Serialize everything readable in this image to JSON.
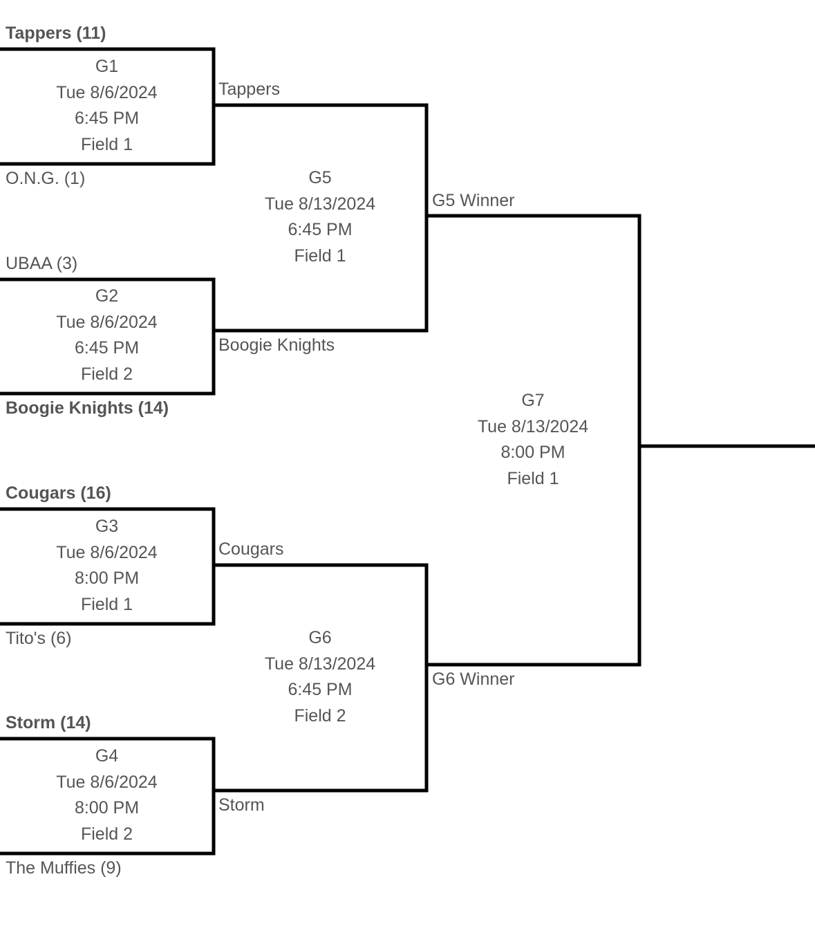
{
  "round1": {
    "g1": {
      "top_team": "Tappers (11)",
      "bottom_team": "O.N.G. (1)",
      "id": "G1",
      "date": "Tue 8/6/2024",
      "time": "6:45 PM",
      "field": "Field 1"
    },
    "g2": {
      "top_team": "UBAA (3)",
      "bottom_team": "Boogie Knights (14)",
      "id": "G2",
      "date": "Tue 8/6/2024",
      "time": "6:45 PM",
      "field": "Field 2"
    },
    "g3": {
      "top_team": "Cougars (16)",
      "bottom_team": "Tito's (6)",
      "id": "G3",
      "date": "Tue 8/6/2024",
      "time": "8:00 PM",
      "field": "Field 1"
    },
    "g4": {
      "top_team": "Storm (14)",
      "bottom_team": "The Muffies (9)",
      "id": "G4",
      "date": "Tue 8/6/2024",
      "time": "8:00 PM",
      "field": "Field 2"
    }
  },
  "round2": {
    "g5": {
      "top_team": "Tappers",
      "bottom_team": "Boogie Knights",
      "id": "G5",
      "date": "Tue 8/13/2024",
      "time": "6:45 PM",
      "field": "Field 1"
    },
    "g6": {
      "top_team": "Cougars",
      "bottom_team": "Storm",
      "id": "G6",
      "date": "Tue 8/13/2024",
      "time": "6:45 PM",
      "field": "Field 2"
    }
  },
  "final": {
    "g7": {
      "top_team": "G5 Winner",
      "bottom_team": "G6 Winner",
      "id": "G7",
      "date": "Tue 8/13/2024",
      "time": "8:00 PM",
      "field": "Field 1"
    }
  }
}
